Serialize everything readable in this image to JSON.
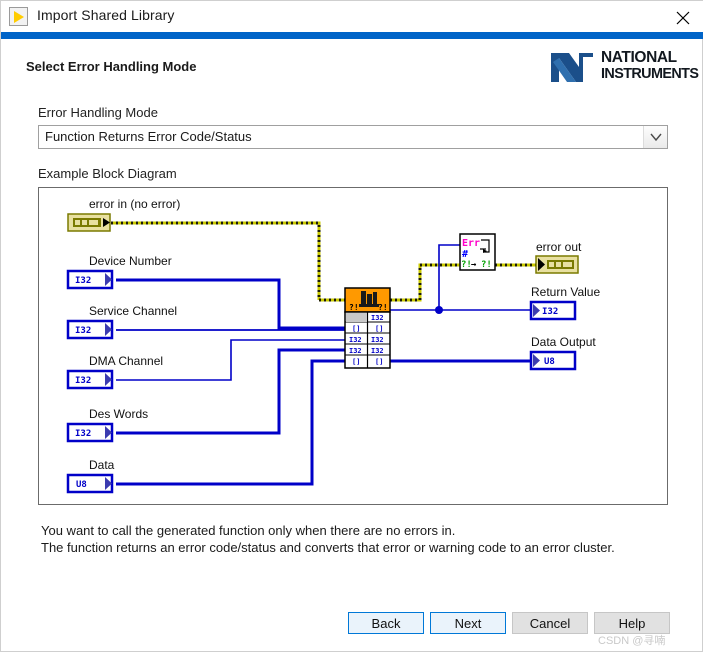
{
  "window": {
    "title": "Import Shared Library",
    "icon": "vi-run-arrow-icon",
    "close_label": "✕",
    "accent_color": "#0064c8"
  },
  "header": {
    "page_title": "Select Error Handling Mode",
    "logo": {
      "line1": "NATIONAL",
      "line2": "INSTRUMENTS",
      "color": "#1b4f8a"
    }
  },
  "form": {
    "mode_label": "Error Handling Mode",
    "mode_value": "Function Returns Error Code/Status",
    "diagram_label": "Example Block Diagram"
  },
  "diagram": {
    "inputs": [
      {
        "name": "error in (no error)",
        "type": "error-cluster"
      },
      {
        "name": "Device Number",
        "type": "I32"
      },
      {
        "name": "Service Channel",
        "type": "I32"
      },
      {
        "name": "DMA Channel",
        "type": "I32"
      },
      {
        "name": "Des Words",
        "type": "I32"
      },
      {
        "name": "Data",
        "type": "U8"
      }
    ],
    "outputs": [
      {
        "name": "error out",
        "type": "error-cluster"
      },
      {
        "name": "Return Value",
        "type": "I32"
      },
      {
        "name": "Data Output",
        "type": "U8"
      }
    ],
    "call_library_node": {
      "icon": "call-library-function-node-icon",
      "header_left": "?!",
      "header_right": "?!",
      "rows": [
        {
          "left": "",
          "right": "I32"
        },
        {
          "left": "[]",
          "right": "[]"
        },
        {
          "left": "I32",
          "right": "I32"
        },
        {
          "left": "I32",
          "right": "I32"
        },
        {
          "left": "[]",
          "right": "[]"
        },
        {
          "left": "[]",
          "right": "[]"
        }
      ],
      "color": "#ff9900"
    },
    "error_convert_node": {
      "icon": "error-code-to-cluster-icon",
      "text_err": "Err",
      "text_hash": "#",
      "text_convert": "?!→?!"
    },
    "wire_colors": {
      "error": "#c8c800",
      "numeric": "#0000c8",
      "array": "#0000c8"
    }
  },
  "description": {
    "line1": "You want to call the generated function only when there are no errors in.",
    "line2": "The function returns an error code/status and converts that error or warning code to an error cluster."
  },
  "footer": {
    "buttons": [
      {
        "label": "Back",
        "style": "primary"
      },
      {
        "label": "Next",
        "style": "primary"
      },
      {
        "label": "Cancel",
        "style": "normal"
      },
      {
        "label": "Help",
        "style": "normal"
      }
    ]
  },
  "watermark": "CSDN @寻喃"
}
